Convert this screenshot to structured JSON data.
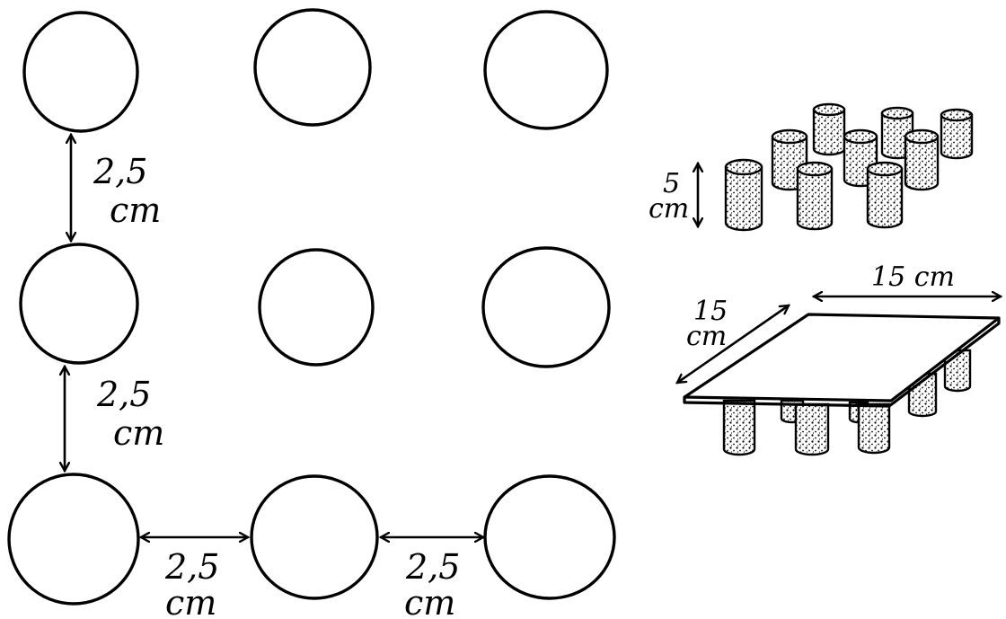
{
  "spacing_labels": {
    "vertical_top": {
      "value": "2,5",
      "unit": "cm"
    },
    "vertical_bottom": {
      "value": "2,5",
      "unit": "cm"
    },
    "horizontal_left": {
      "value": "2,5",
      "unit": "cm"
    },
    "horizontal_right": {
      "value": "2,5",
      "unit": "cm"
    }
  },
  "roll_height": {
    "value": "5",
    "unit": "cm"
  },
  "board": {
    "depth": {
      "value": "15",
      "unit": "cm"
    },
    "width_label": "15 cm"
  }
}
